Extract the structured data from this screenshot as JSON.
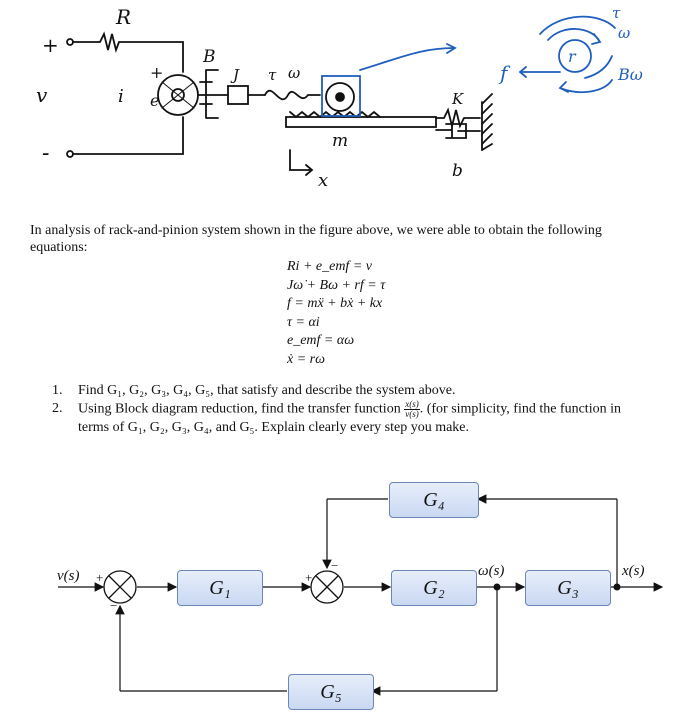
{
  "sketch": {
    "labels": {
      "R": "R",
      "plus": "+",
      "minus": "-",
      "v": "v",
      "i": "i",
      "e_plus": "+",
      "e": "e",
      "B": "B",
      "J": "J",
      "tau": "τ",
      "omega": "ω",
      "m": "m",
      "K": "K",
      "b": "b",
      "x": "x",
      "f": "f",
      "r": "r",
      "Bw": "Bω",
      "tau2": "τ",
      "omega2": "ω"
    },
    "colors": {
      "ink": "#111111",
      "blue": "#1f5fbf"
    }
  },
  "problem": {
    "intro": "In analysis of rack-and-pinion system shown in the figure above, we were able to obtain the following equations:",
    "equations": [
      "Ri + e_emf = v",
      "Jω̇ + Bω + rf = τ",
      "f = mẍ + bẋ + kx",
      "τ = αi",
      "e_emf = αω",
      "ẋ = rω"
    ],
    "questions": [
      {
        "num": "1.",
        "text": "Find G₁, G₂, G₃, G₄, G₅, that satisfy and describe the system above."
      },
      {
        "num": "2.",
        "text_before": "Using Block diagram reduction, find the transfer function",
        "frac_num": "x(s)",
        "frac_den": "v(s)",
        "text_after": ". (for simplicity, find the function in terms of G₁, G₂, G₃, G₄, and G₅. Explain clearly every step you make."
      }
    ]
  },
  "block_diagram": {
    "blocks": {
      "G1": "G₁",
      "G2": "G₂",
      "G3": "G₃",
      "G4": "G₄",
      "G5": "G₅"
    },
    "signals": {
      "input": "v(s)",
      "omega": "ω(s)",
      "output": "x(s)"
    },
    "signs": {
      "sum1_plus": "+",
      "sum1_minus": "−",
      "sum2_plus": "+",
      "sum2_top": "−"
    },
    "colors": {
      "block_fill": "#d6e1f5",
      "block_border": "#6d86b8"
    }
  }
}
